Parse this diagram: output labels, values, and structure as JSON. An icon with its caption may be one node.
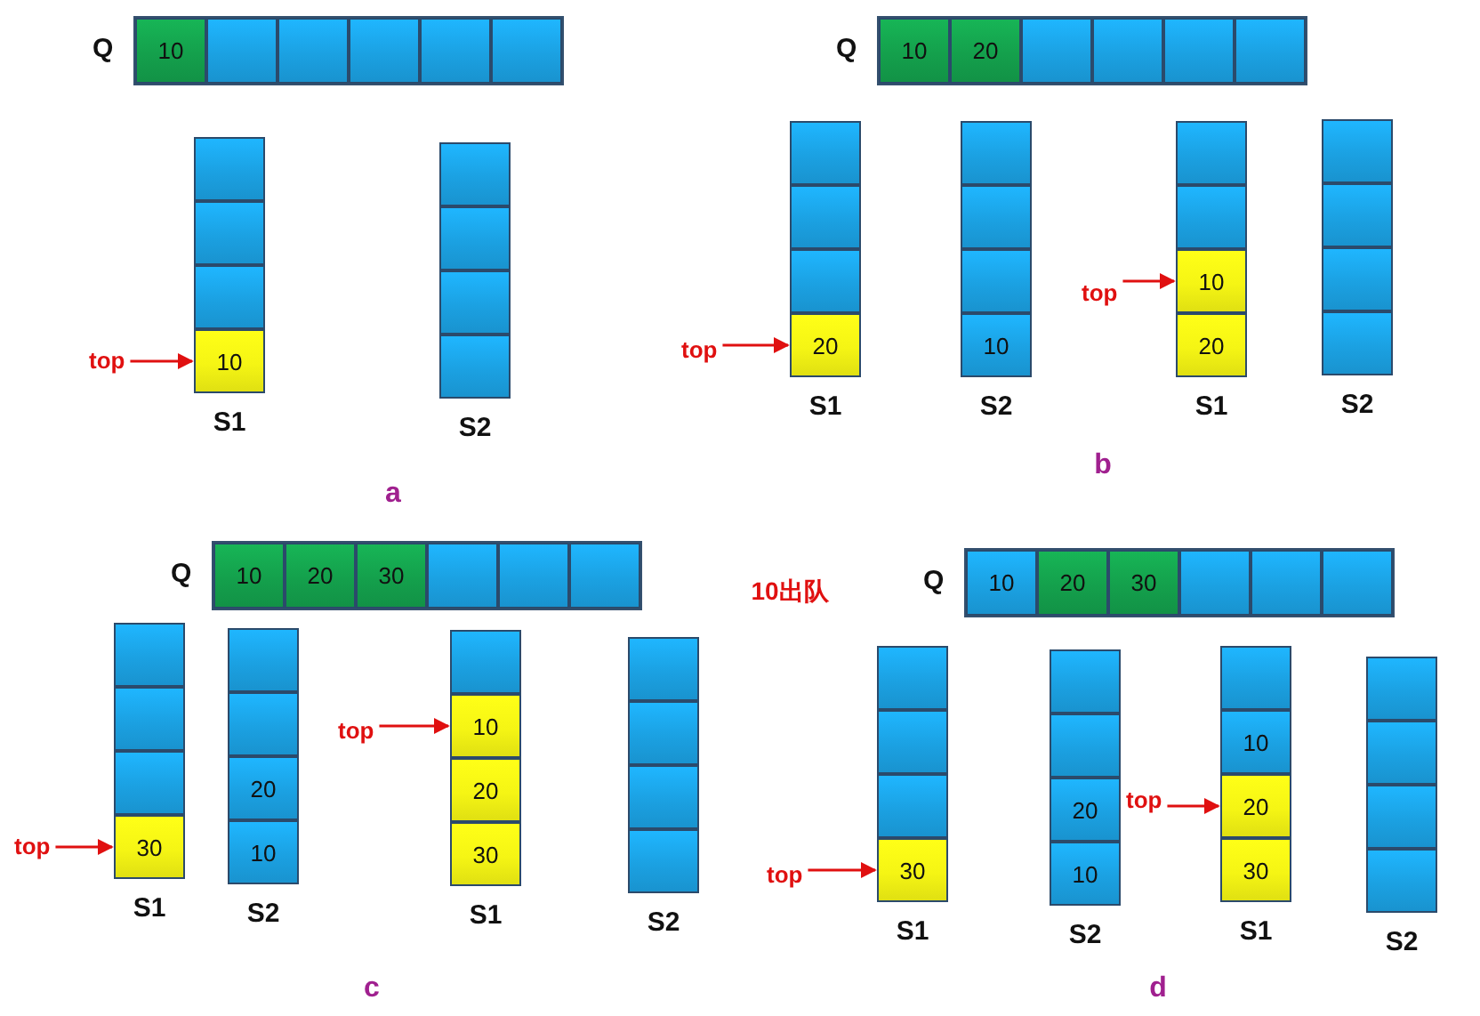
{
  "diagram": {
    "nodes": [
      {
        "text": [
          "Q"
        ]
      },
      {
        "text": [
          "10"
        ],
        "in": 0
      },
      {
        "text": [],
        "shape": "box",
        "in": 0
      },
      {
        "text": [],
        "shape": "box",
        "in": 0
      },
      {
        "text": [],
        "shape": "box",
        "in": 0
      },
      {
        "text": [],
        "shape": "box",
        "in": 0
      },
      {
        "text": [],
        "shape": "box",
        "in": 0
      },
      {
        "text": [
          "S1"
        ]
      },
      {
        "text": [],
        "shape": "box",
        "in": 7
      },
      {
        "text": [],
        "shape": "box",
        "in": 7
      },
      {
        "text": [],
        "shape": "box",
        "in": 7
      },
      {
        "text": [
          "10"
        ],
        "in": 7
      },
      {
        "text": [
          "top"
        ]
      },
      {
        "text": [
          "S2"
        ]
      },
      {
        "text": [],
        "shape": "box",
        "in": 13
      },
      {
        "text": [],
        "shape": "box",
        "in": 13
      },
      {
        "text": [],
        "shape": "box",
        "in": 13
      },
      {
        "text": [],
        "shape": "box",
        "in": 13
      },
      {
        "text": [
          "Q"
        ]
      },
      {
        "text": [
          "10"
        ],
        "in": 18
      },
      {
        "text": [
          "20"
        ],
        "in": 18
      },
      {
        "text": [],
        "shape": "box",
        "in": 18
      },
      {
        "text": [],
        "shape": "box",
        "in": 18
      },
      {
        "text": [],
        "shape": "box",
        "in": 18
      },
      {
        "text": [],
        "shape": "box",
        "in": 18
      },
      {
        "text": [
          "S1"
        ]
      },
      {
        "text": [],
        "shape": "box",
        "in": 25
      },
      {
        "text": [],
        "shape": "box",
        "in": 25
      },
      {
        "text": [],
        "shape": "box",
        "in": 25
      },
      {
        "text": [
          "20"
        ],
        "in": 25
      },
      {
        "text": [
          "top"
        ]
      },
      {
        "text": [
          "S2"
        ]
      },
      {
        "text": [],
        "shape": "box",
        "in": 31
      },
      {
        "text": [],
        "shape": "box",
        "in": 31
      },
      {
        "text": [],
        "shape": "box",
        "in": 31
      },
      {
        "text": [
          "10"
        ],
        "in": 31
      },
      {
        "text": [
          "S1"
        ]
      },
      {
        "text": [],
        "shape": "box",
        "in": 36
      },
      {
        "text": [],
        "shape": "box",
        "in": 36
      },
      {
        "text": [
          "10"
        ],
        "in": 36
      },
      {
        "text": [
          "20"
        ],
        "in": 36
      },
      {
        "text": [
          "top"
        ]
      },
      {
        "text": [
          "S2"
        ]
      },
      {
        "text": [],
        "shape": "box",
        "in": 42
      },
      {
        "text": [],
        "shape": "box",
        "in": 42
      },
      {
        "text": [],
        "shape": "box",
        "in": 42
      },
      {
        "text": [],
        "shape": "box",
        "in": 42
      },
      {
        "text": [
          "Q"
        ]
      },
      {
        "text": [
          "10"
        ],
        "in": 47
      },
      {
        "text": [
          "20"
        ],
        "in": 47
      },
      {
        "text": [
          "30"
        ],
        "in": 47
      },
      {
        "text": [],
        "shape": "box",
        "in": 47
      },
      {
        "text": [],
        "shape": "box",
        "in": 47
      },
      {
        "text": [],
        "shape": "box",
        "in": 47
      },
      {
        "text": [
          "S1"
        ]
      },
      {
        "text": [],
        "shape": "box",
        "in": 54
      },
      {
        "text": [],
        "shape": "box",
        "in": 54
      },
      {
        "text": [],
        "shape": "box",
        "in": 54
      },
      {
        "text": [
          "30"
        ],
        "in": 54
      },
      {
        "text": [
          "top"
        ]
      },
      {
        "text": [
          "S2"
        ]
      },
      {
        "text": [],
        "shape": "box",
        "in": 60
      },
      {
        "text": [],
        "shape": "box",
        "in": 60
      },
      {
        "text": [
          "20"
        ],
        "in": 60
      },
      {
        "text": [
          "10"
        ],
        "in": 60
      },
      {
        "text": [
          "S1"
        ]
      },
      {
        "text": [],
        "shape": "box",
        "in": 65
      },
      {
        "text": [
          "10"
        ],
        "in": 65
      },
      {
        "text": [
          "20"
        ],
        "in": 65
      },
      {
        "text": [
          "30"
        ],
        "in": 65
      },
      {
        "text": [
          "top"
        ]
      },
      {
        "text": [
          "S2"
        ]
      },
      {
        "text": [],
        "shape": "box",
        "in": 71
      },
      {
        "text": [],
        "shape": "box",
        "in": 71
      },
      {
        "text": [],
        "shape": "box",
        "in": 71
      },
      {
        "text": [],
        "shape": "box",
        "in": 71
      },
      {
        "text": [
          "Q"
        ]
      },
      {
        "text": [
          "10"
        ],
        "in": 76
      },
      {
        "text": [
          "20"
        ],
        "in": 76
      },
      {
        "text": [
          "30"
        ],
        "in": 76
      },
      {
        "text": [],
        "shape": "box",
        "in": 76
      },
      {
        "text": [],
        "shape": "box",
        "in": 76
      },
      {
        "text": [],
        "shape": "box",
        "in": 76
      },
      {
        "text": [
          "S1"
        ]
      },
      {
        "text": [],
        "shape": "box",
        "in": 83
      },
      {
        "text": [],
        "shape": "box",
        "in": 83
      },
      {
        "text": [],
        "shape": "box",
        "in": 83
      },
      {
        "text": [
          "30"
        ],
        "in": 83
      },
      {
        "text": [
          "top"
        ]
      },
      {
        "text": [
          "S2"
        ]
      },
      {
        "text": [],
        "shape": "box",
        "in": 89
      },
      {
        "text": [],
        "shape": "box",
        "in": 89
      },
      {
        "text": [
          "20"
        ],
        "in": 89
      },
      {
        "text": [
          "10"
        ],
        "in": 89
      },
      {
        "text": [
          "S1"
        ]
      },
      {
        "text": [],
        "shape": "box",
        "in": 94
      },
      {
        "text": [
          "10"
        ],
        "in": 94
      },
      {
        "text": [
          "20"
        ],
        "in": 94
      },
      {
        "text": [
          "30"
        ],
        "in": 94
      },
      {
        "text": [
          "top"
        ]
      },
      {
        "text": [
          "S2"
        ]
      },
      {
        "text": [],
        "shape": "box",
        "in": 100
      },
      {
        "text": [],
        "shape": "box",
        "in": 100
      },
      {
        "text": [],
        "shape": "box",
        "in": 100
      },
      {
        "text": [],
        "shape": "box",
        "in": 100
      }
    ],
    "edges": [
      {
        "from": 12,
        "to": 11,
        "arrow": "to"
      },
      {
        "from": 30,
        "to": 29,
        "arrow": "to"
      },
      {
        "from": 41,
        "to": 39,
        "arrow": "to"
      },
      {
        "from": 59,
        "to": 58,
        "arrow": "to"
      },
      {
        "from": 70,
        "to": 67,
        "arrow": "to"
      },
      {
        "from": 88,
        "to": 87,
        "arrow": "to"
      },
      {
        "from": 99,
        "to": 97,
        "arrow": "to"
      }
    ],
    "labels": [
      "a",
      "b",
      "10出队",
      "c",
      "d"
    ]
  }
}
